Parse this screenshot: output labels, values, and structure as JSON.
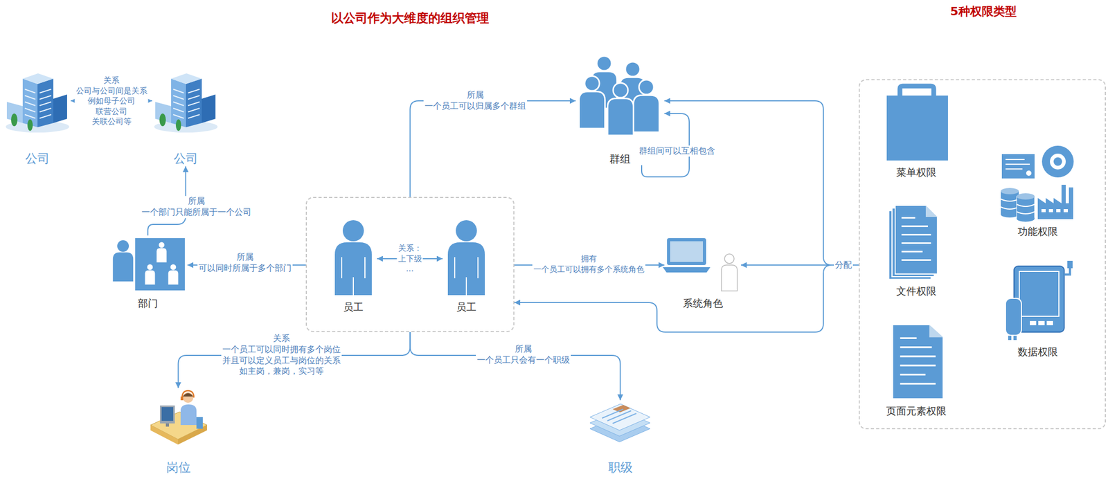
{
  "diagram": {
    "title": "以公司作为大维度的组织管理",
    "nodes": [
      {
        "text": [
          "公司"
        ]
      },
      {
        "text": [
          "公司"
        ]
      },
      {
        "text": [
          "群组"
        ]
      },
      {
        "text": [
          "5种权限类型"
        ]
      },
      {
        "text": [
          "菜单权限"
        ],
        "in": 3
      },
      {
        "text": [
          "功能权限"
        ],
        "in": 3
      },
      {
        "text": [
          "文件权限"
        ],
        "in": 3
      },
      {
        "text": [
          "数据权限"
        ],
        "in": 3
      },
      {
        "text": [
          "页面元素权限"
        ],
        "in": 3
      },
      {
        "text": [
          "部门"
        ]
      },
      {
        "text": []
      },
      {
        "text": [
          "员工"
        ],
        "in": 10
      },
      {
        "text": [
          "员工"
        ],
        "in": 10
      },
      {
        "text": [
          "系统角色"
        ]
      },
      {
        "text": [
          "岗位"
        ]
      },
      {
        "text": [
          "职级"
        ]
      }
    ],
    "edges": [
      {
        "from": 0,
        "to": 1,
        "arrow": "both",
        "label": "关系 公司与公司间是关系 例如母子公司 联营公司 关联公司等"
      },
      {
        "from": 9,
        "to": 1,
        "arrow": "to",
        "label": "所属 一个部门只能所属于一个公司"
      },
      {
        "from": 10,
        "to": 9,
        "arrow": "to",
        "label": "所属 可以同时所属于多个部门"
      },
      {
        "from": 11,
        "to": 12,
        "arrow": "both",
        "label": "关系： 上下级 ..."
      },
      {
        "from": 10,
        "to": 2,
        "arrow": "to",
        "label": "所属 一个员工可以归属多个群组"
      },
      {
        "from": 2,
        "to": 2,
        "arrow": "to",
        "label": "群组间可以互相包含"
      },
      {
        "from": 10,
        "to": 13,
        "arrow": "to",
        "label": "拥有 一个员工可以拥有多个系统角色"
      },
      {
        "from": 3,
        "to": 13,
        "arrow": "to",
        "label": "分配"
      },
      {
        "from": 3,
        "to": 2,
        "arrow": "to"
      },
      {
        "from": 3,
        "to": 10,
        "arrow": "to"
      },
      {
        "from": 10,
        "to": 14,
        "arrow": "to",
        "label": "关系 一个员工可以同时拥有多个岗位 并且可以定义员工与岗位的关系 如主岗，兼岗，实习等"
      },
      {
        "from": 10,
        "to": 15,
        "arrow": "to",
        "label": "所属 一个员工只会有一个职级"
      }
    ]
  }
}
